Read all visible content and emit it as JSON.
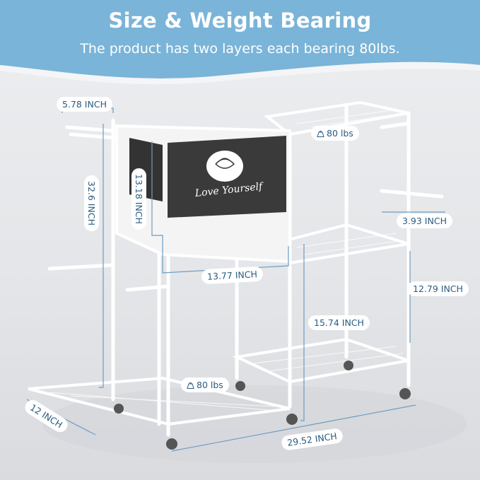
{
  "header": {
    "title": "Size & Weight Bearing",
    "subtitle": "The product has two layers each bearing 80lbs."
  },
  "colors": {
    "header_bg": "#7ab4d8",
    "label_text": "#2b5c80",
    "dimension_line": "#6d9cc2"
  },
  "product": {
    "bin_print": "Love Yourself"
  },
  "dimensions": {
    "hook_width": "5.78 INCH",
    "total_height": "32.6 INCH",
    "bin_height": "13.18 INCH",
    "bin_width": "13.77 INCH",
    "side_hook": "3.93 INCH",
    "shelf_gap": "12.79 INCH",
    "lower_gap": "15.74 INCH",
    "depth": "12 INCH",
    "length": "29.52 INCH"
  },
  "weights": {
    "top_shelf": "80 lbs",
    "bottom_shelf": "80 lbs",
    "icon": "weight-icon"
  }
}
